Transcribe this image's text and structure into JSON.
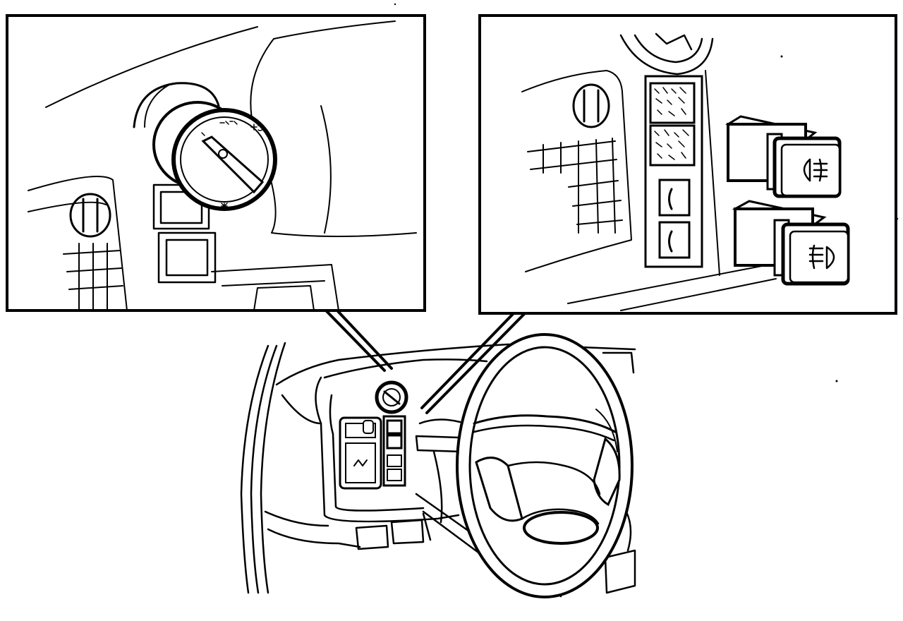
{
  "diagram": {
    "panels": [
      {
        "id": "headlamp-switch-detail",
        "kind": "rotary light switch"
      },
      {
        "id": "fog-lamp-switches-detail",
        "kind": "fog lamp push switches"
      }
    ],
    "ink_color": "#000000",
    "paper_color": "#ffffff"
  }
}
